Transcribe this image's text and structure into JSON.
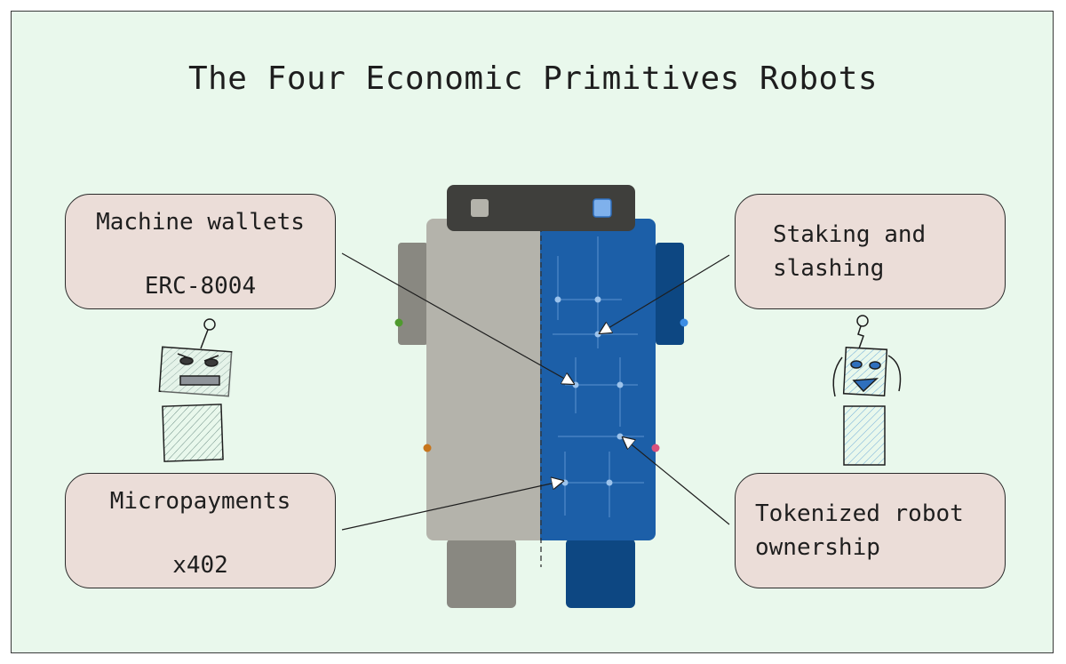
{
  "diagram": {
    "title": "The Four Economic Primitives Robots",
    "cards": {
      "machine_wallets": {
        "line1": "Machine wallets",
        "line2": "ERC-8004"
      },
      "micropayments": {
        "line1": "Micropayments",
        "line2": "x402"
      },
      "staking": {
        "line1": "Staking and",
        "line2": "slashing"
      },
      "tokenized": {
        "line1": "Tokenized robot",
        "line2": "ownership"
      }
    },
    "colors": {
      "background": "#e9f8ec",
      "card_fill": "#ebddd8",
      "robot_gray": "#b4b3ab",
      "robot_blue": "#1c5fa8",
      "robot_dark_blue": "#0d4782",
      "head_dark": "#3f3f3c"
    }
  }
}
